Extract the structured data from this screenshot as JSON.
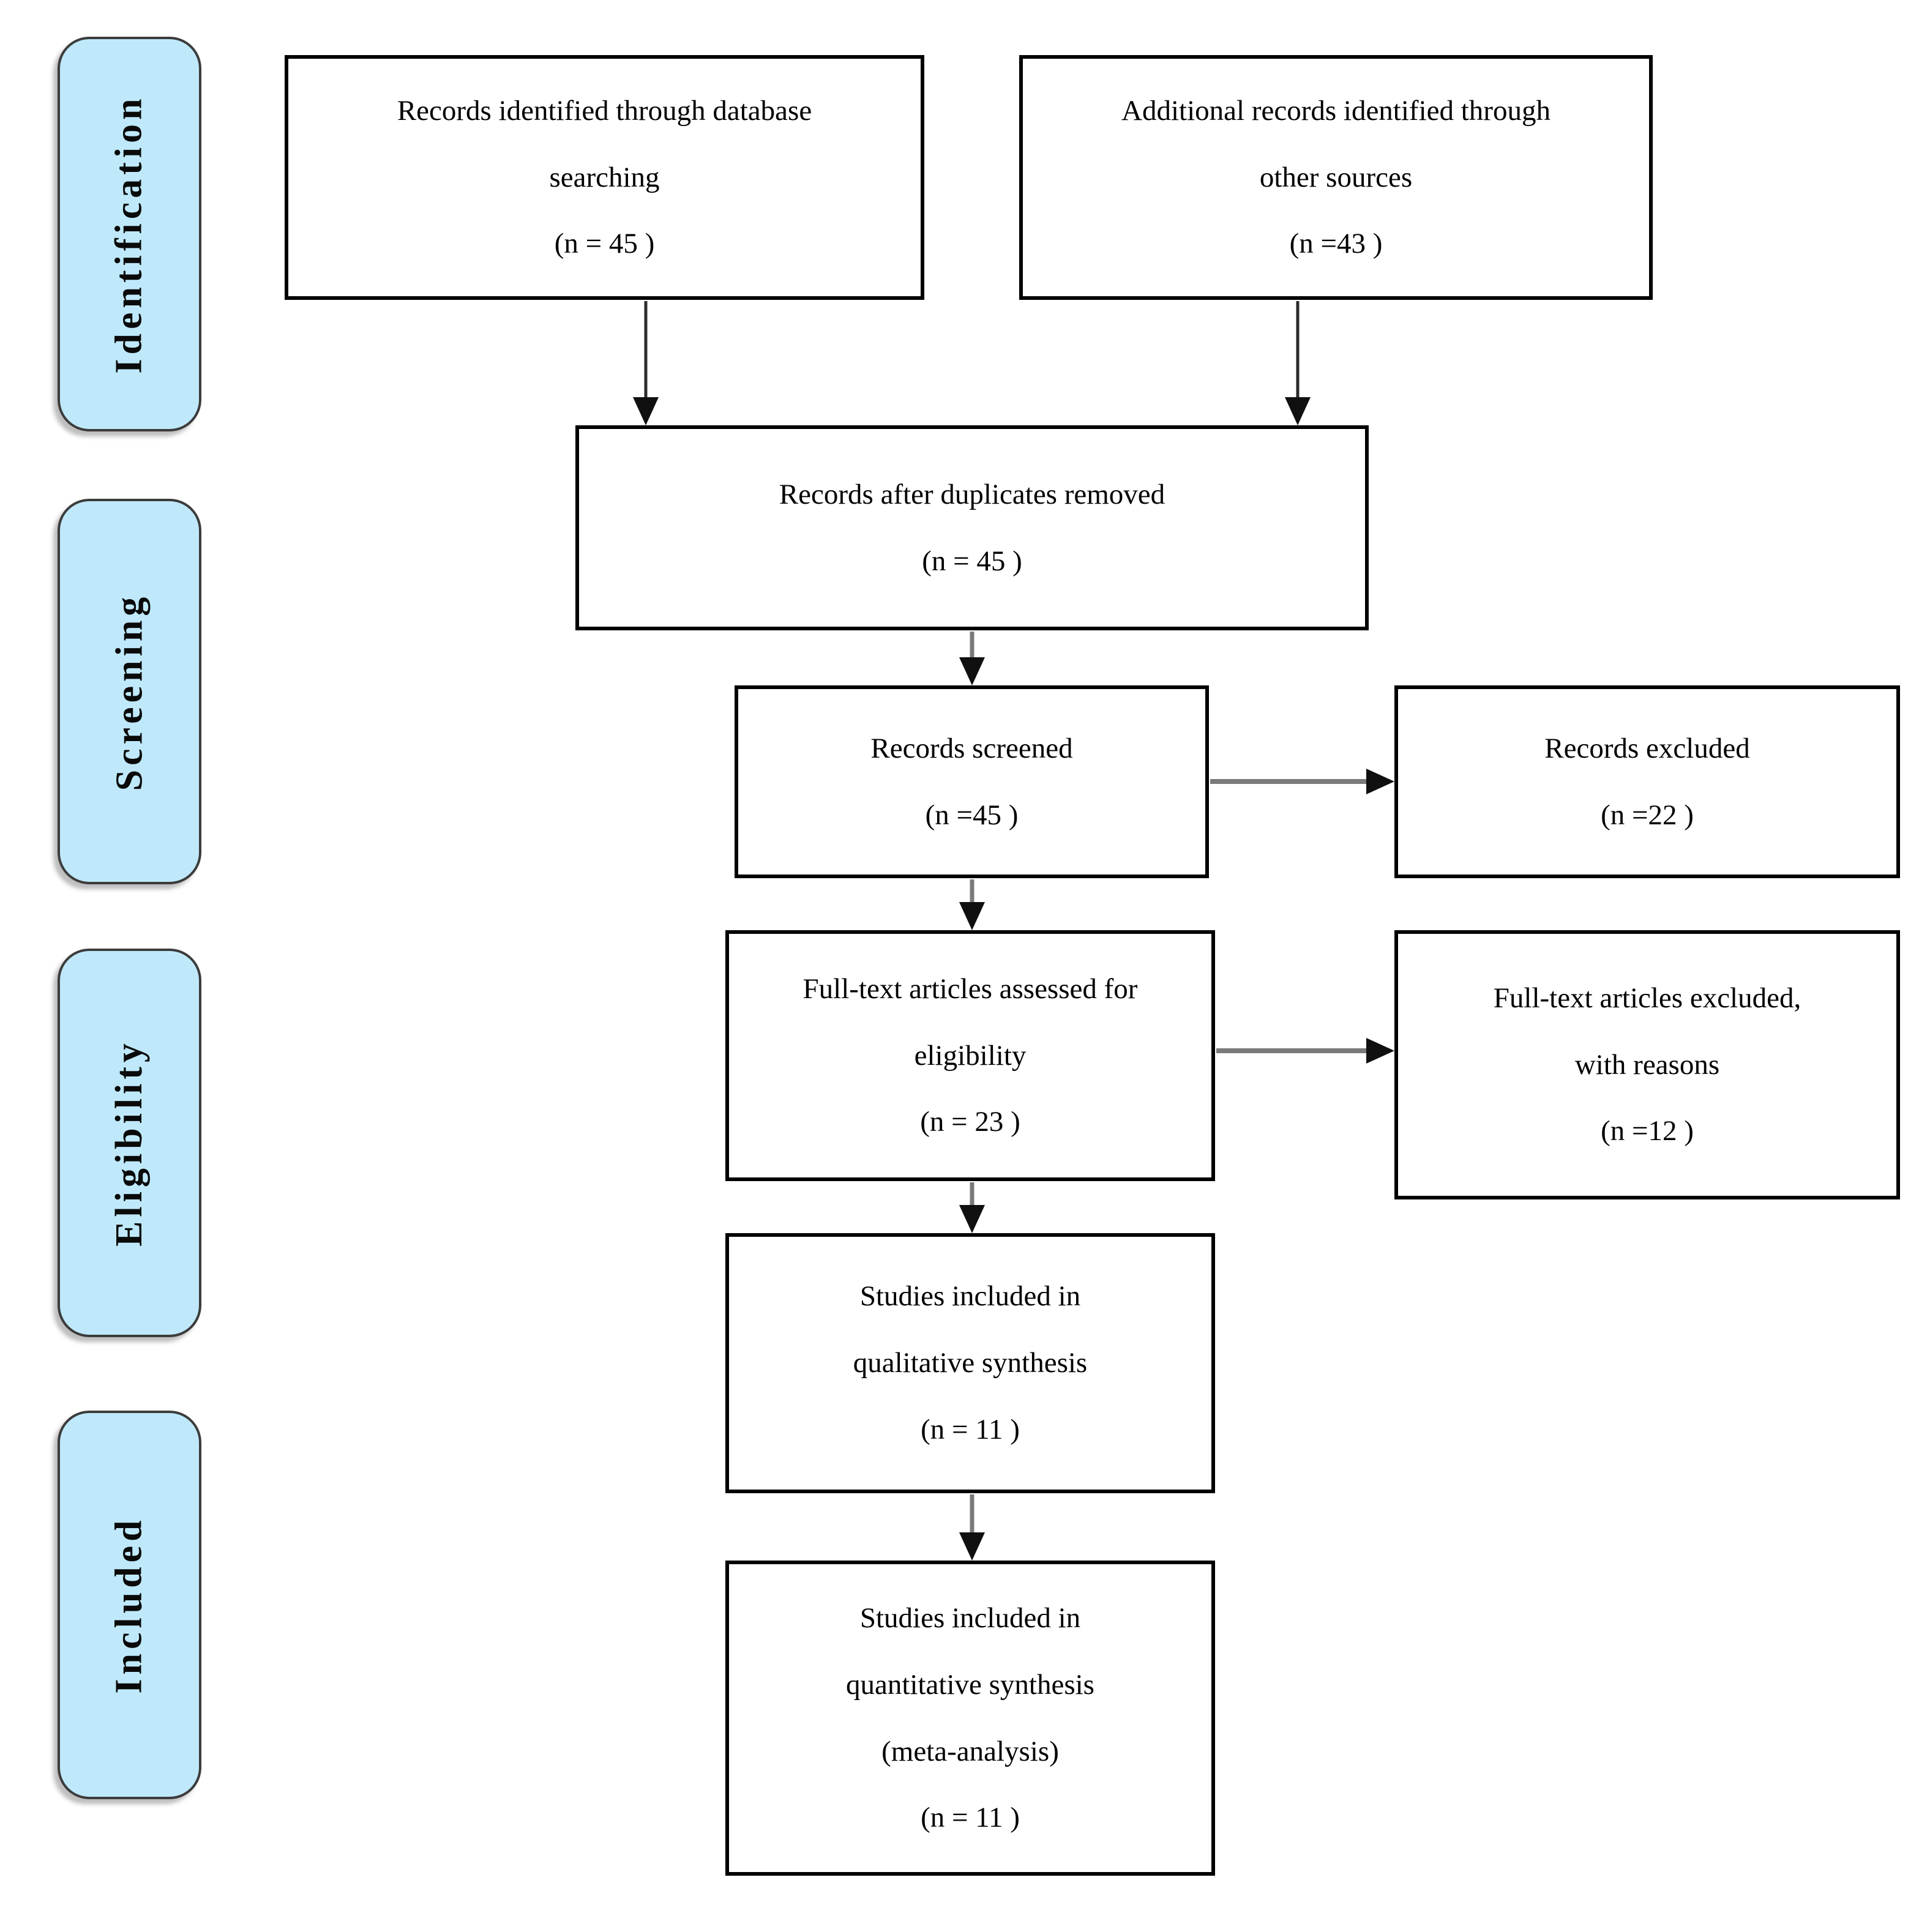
{
  "stages": [
    {
      "label": "Identification"
    },
    {
      "label": "Screening"
    },
    {
      "label": "Eligibility"
    },
    {
      "label": "Included"
    }
  ],
  "boxes": {
    "records_identified": {
      "lines": [
        "Records identified through database",
        "searching",
        "(n = 45 )"
      ]
    },
    "additional_records": {
      "lines": [
        "Additional records identified through",
        "other sources",
        "(n =43 )"
      ]
    },
    "duplicates_removed": {
      "lines": [
        "Records after duplicates removed",
        "(n = 45 )"
      ]
    },
    "records_screened": {
      "lines": [
        "Records screened",
        "(n =45 )"
      ]
    },
    "records_excluded": {
      "lines": [
        "Records excluded",
        "(n =22 )"
      ]
    },
    "fulltext_assessed": {
      "lines": [
        "Full-text articles assessed for",
        "eligibility",
        "(n = 23 )"
      ]
    },
    "fulltext_excluded": {
      "lines": [
        "Full-text articles excluded,",
        "with reasons",
        "(n =12 )"
      ]
    },
    "qualitative_synthesis": {
      "lines": [
        "Studies included in",
        "qualitative synthesis",
        "(n = 11 )"
      ]
    },
    "quantitative_synthesis": {
      "lines": [
        "Studies included in",
        "quantitative synthesis",
        "(meta-analysis)",
        "(n = 11 )"
      ]
    }
  },
  "colors": {
    "stage_fill": "#bfe9fb",
    "stage_border": "#3c3c3c",
    "box_border": "#000000",
    "box_fill": "#ffffff",
    "arrow_shaft_gray": "#7a7a7a",
    "arrow_shaft_dark": "#2b2b2b",
    "arrow_head": "#101010",
    "background": "#ffffff"
  }
}
